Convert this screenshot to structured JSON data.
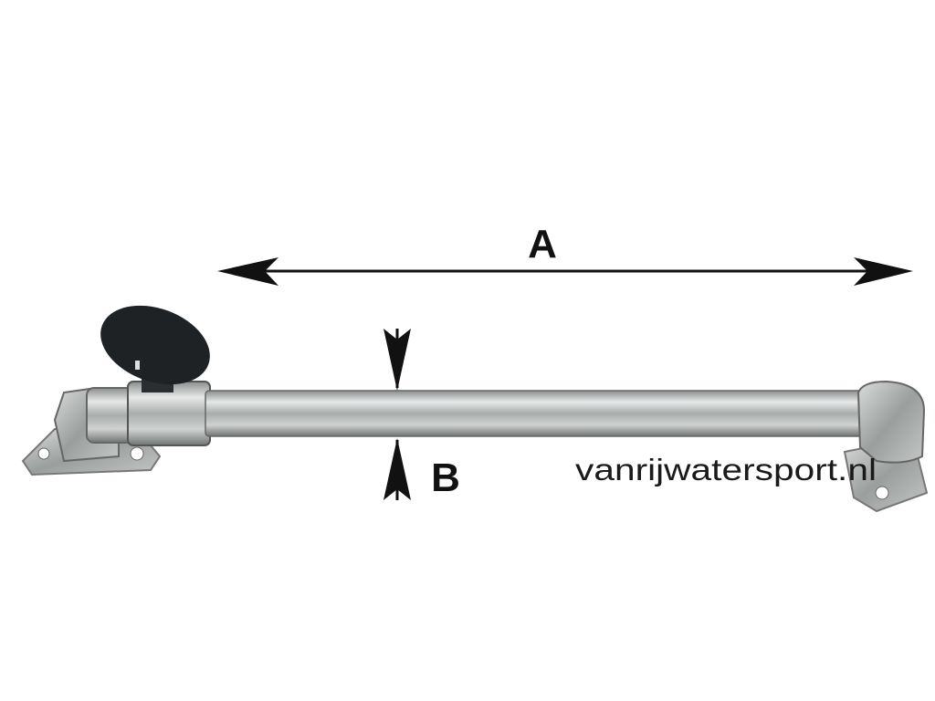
{
  "dimensions": {
    "length_label": "A",
    "diameter_label": "B"
  },
  "watermark": "vanrijwatersport.nl",
  "colors": {
    "steel": "#b9bcbc",
    "steel_dark": "#7c807f",
    "knob": "#1e2224",
    "arrow": "#111111"
  }
}
